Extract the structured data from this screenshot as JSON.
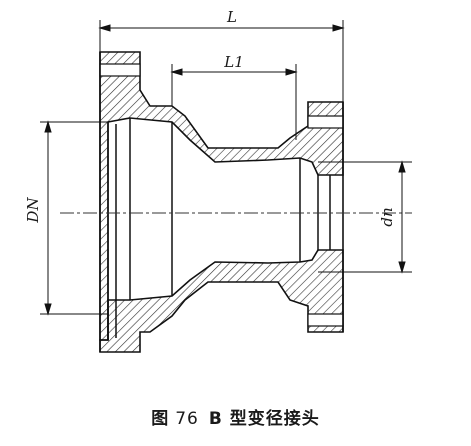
{
  "dimensions": {
    "overall_length": "L",
    "body_length": "L1",
    "large_diameter": "DN",
    "small_diameter": "dn"
  },
  "caption": {
    "figure_label": "图",
    "figure_number": "76",
    "title": "B 型变径接头"
  }
}
